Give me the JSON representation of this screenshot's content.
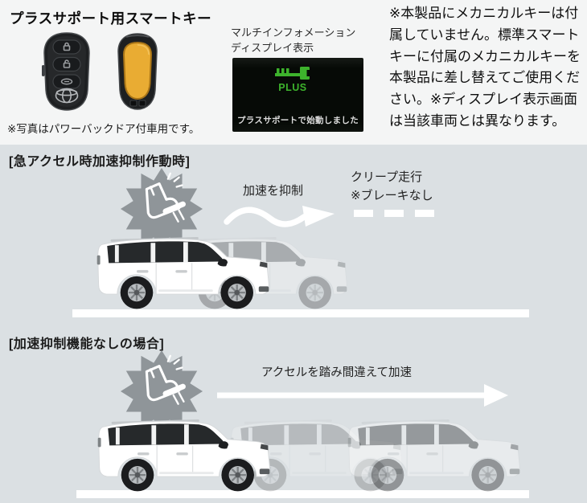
{
  "colors": {
    "top_bg": "#f4f5f5",
    "panel_bg": "#dbe0e3",
    "accent_green": "#3db32c",
    "display_bg": "#060a06",
    "key_panel_yellow": "#e9ac33",
    "burst_gray": "#8f9599",
    "road_white": "#ffffff"
  },
  "header": {
    "title": "プラスサポート用スマートキー",
    "photo_note": "※写真はパワーバックドア付車用です。",
    "keys": {
      "front_key_icon": "smart-key-front-photo",
      "back_key_icon": "smart-key-back-photo"
    },
    "display_caption": {
      "line1": "マルチインフォメーション",
      "line2": "ディスプレイ表示"
    },
    "display": {
      "key_icon": "green-key-icon",
      "plus_label": "PLUS",
      "message": "プラスサポートで始動しました"
    },
    "side_note": "※本製品にメカニカルキーは付属していません。標準スマートキーに付属のメカニカルキーを本製品に差し替えてご使用ください。※ディスプレイ表示画面は当該車両とは異なります。"
  },
  "sections": {
    "suppression": {
      "heading": "[急アクセル時加速抑制作動時]",
      "burst_icon": "pedal-misapplication-icon",
      "suppress_label": "加速を抑制",
      "arrow_icon": "wavy-arrow-icon",
      "creep_label_line1": "クリープ走行",
      "creep_label_line2": "※ブレーキなし"
    },
    "no_suppression": {
      "heading": "[加速抑制機能なしの場合]",
      "burst_icon": "pedal-misapplication-icon",
      "accel_label": "アクセルを踏み間違えて加速",
      "arrow_icon": "straight-arrow-icon"
    }
  }
}
